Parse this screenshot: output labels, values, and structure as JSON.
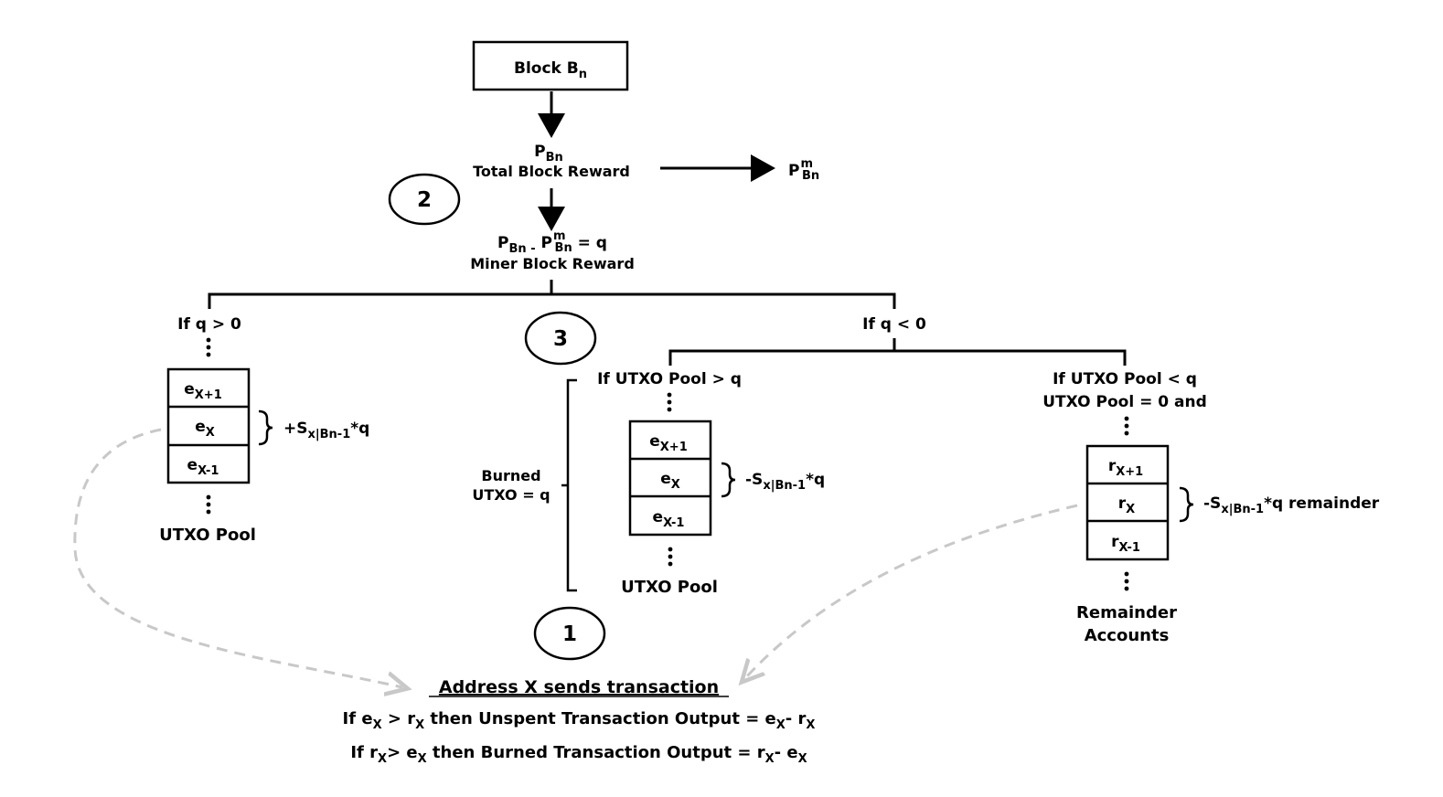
{
  "block": {
    "label": "Block B",
    "sub": "n"
  },
  "reward": {
    "symbol": "P",
    "symbol_sub": "Bn",
    "label": "Total Block Reward",
    "out_symbol": "P",
    "out_sup": "m",
    "out_sub": "Bn"
  },
  "miner": {
    "p1": "P",
    "p1_sub": "Bn -",
    "p2": " P",
    "p2_sup": "m",
    "p2_sub": "Bn",
    "eq": " = q",
    "label": "Miner Block Reward"
  },
  "steps": {
    "one": "1",
    "two": "2",
    "three": "3"
  },
  "left_branch": {
    "condition": "If q > 0",
    "cells": [
      {
        "base": "e",
        "sub": "X+1"
      },
      {
        "base": "e",
        "sub": "X"
      },
      {
        "base": "e",
        "sub": "X-1"
      }
    ],
    "annotation": {
      "prefix": "+S",
      "sub": "x|Bn-1",
      "suffix": "*q"
    },
    "label": "UTXO Pool"
  },
  "right_branch": {
    "condition": "If q < 0"
  },
  "middle_branch": {
    "condition": "If UTXO Pool > q",
    "burned_line1": "Burned",
    "burned_line2": "UTXO = q",
    "cells": [
      {
        "base": "e",
        "sub": "X+1"
      },
      {
        "base": "e",
        "sub": "X"
      },
      {
        "base": "e",
        "sub": "X-1"
      }
    ],
    "annotation": {
      "prefix": "-S",
      "sub": "x|Bn-1",
      "suffix": "*q"
    },
    "label": "UTXO Pool"
  },
  "far_right_branch": {
    "condition_line1": "If UTXO Pool < q",
    "condition_line2": "UTXO Pool = 0 and",
    "cells": [
      {
        "base": "r",
        "sub": "X+1"
      },
      {
        "base": "r",
        "sub": "X"
      },
      {
        "base": "r",
        "sub": "X-1"
      }
    ],
    "annotation": {
      "prefix": "-S",
      "sub": "x|Bn-1",
      "suffix": "*q remainder"
    },
    "label_line1": "Remainder",
    "label_line2": "Accounts"
  },
  "transaction": {
    "title": "Address X sends transaction",
    "rule1": {
      "a": "If e",
      "a_sub": "X",
      "b": " > r",
      "b_sub": "X",
      "c": " then Unspent Transaction Output = e",
      "c_sub": "X",
      "d": "- r",
      "d_sub": "X"
    },
    "rule2": {
      "a": "If r",
      "a_sub": "X",
      "b": "> e",
      "b_sub": "X",
      "c": " then Burned Transaction Output = r",
      "c_sub": "X",
      "d": "- e",
      "d_sub": "X"
    }
  }
}
